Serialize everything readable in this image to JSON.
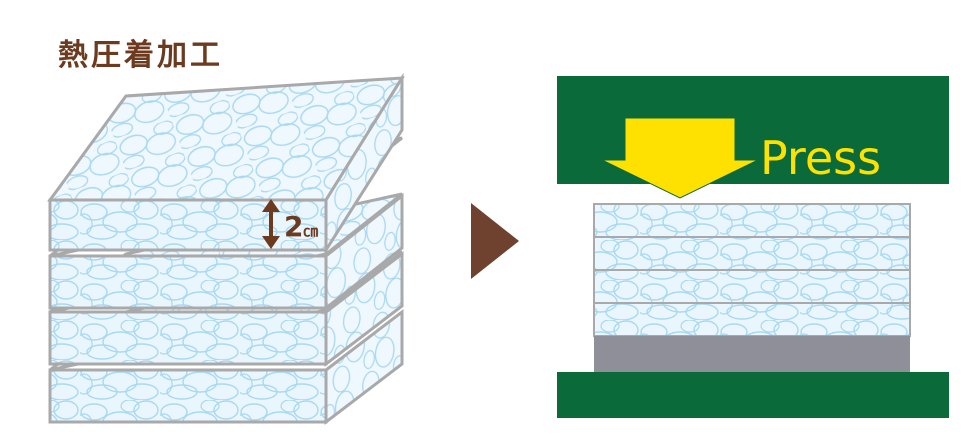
{
  "title": "熱圧着加工",
  "thickness_label": "2",
  "thickness_unit": "㎝",
  "press_label": "Press",
  "colors": {
    "title": "#6b3a1f",
    "arrow_next": "#6f4230",
    "press_plate": "#0b6a3a",
    "press_arrow": "#ffe100",
    "press_text": "#ffe100",
    "base_plate": "#8f8f99",
    "layer_border": "#a9a9a9",
    "fiber": "#a9d8f2",
    "layer_fill": "#eaf6fd",
    "dimension_arrow": "#6b3a1f"
  }
}
